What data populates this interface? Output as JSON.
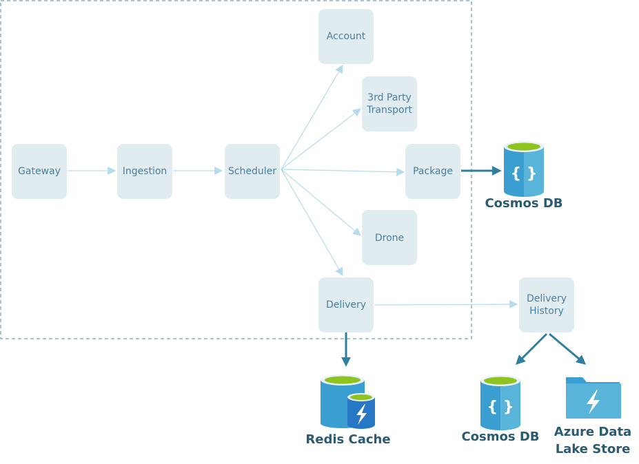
{
  "services": {
    "gateway": "Gateway",
    "ingestion": "Ingestion",
    "scheduler": "Scheduler",
    "account": "Account",
    "third_party_transport": [
      "3rd Party",
      "Transport"
    ],
    "package": "Package",
    "drone": "Drone",
    "delivery": "Delivery",
    "delivery_history": [
      "Delivery",
      "History"
    ]
  },
  "resources": {
    "cosmos_package": "Cosmos DB",
    "redis_cache": "Redis Cache",
    "cosmos_history": "Cosmos DB",
    "data_lake": [
      "Azure Data",
      "Lake Store"
    ]
  },
  "edges": [
    {
      "from": "gateway",
      "to": "ingestion",
      "style": "thin"
    },
    {
      "from": "ingestion",
      "to": "scheduler",
      "style": "thin"
    },
    {
      "from": "scheduler",
      "to": "account",
      "style": "thin"
    },
    {
      "from": "scheduler",
      "to": "third_party_transport",
      "style": "thin"
    },
    {
      "from": "scheduler",
      "to": "package",
      "style": "thin"
    },
    {
      "from": "scheduler",
      "to": "drone",
      "style": "thin"
    },
    {
      "from": "scheduler",
      "to": "delivery",
      "style": "thin"
    },
    {
      "from": "delivery",
      "to": "delivery_history",
      "style": "thin"
    },
    {
      "from": "package",
      "to": "cosmos_package",
      "style": "thick"
    },
    {
      "from": "delivery",
      "to": "redis_cache",
      "style": "thick"
    },
    {
      "from": "delivery_history",
      "to": "cosmos_history",
      "style": "thick"
    },
    {
      "from": "delivery_history",
      "to": "data_lake",
      "style": "thick"
    }
  ],
  "colors": {
    "box_fill": "#e1ecf1",
    "box_text": "#4a7f9e",
    "thin_arrow": "#b4dceb",
    "thick_arrow": "#2f7f9f",
    "boundary": "#4f86a8",
    "resource_label": "#2b5b72",
    "cosmos_blue": "#3a9fd0",
    "cosmos_top": "#8fc31f",
    "redis_blue": "#2678c6",
    "data_lake_blue": "#59b4d9"
  }
}
